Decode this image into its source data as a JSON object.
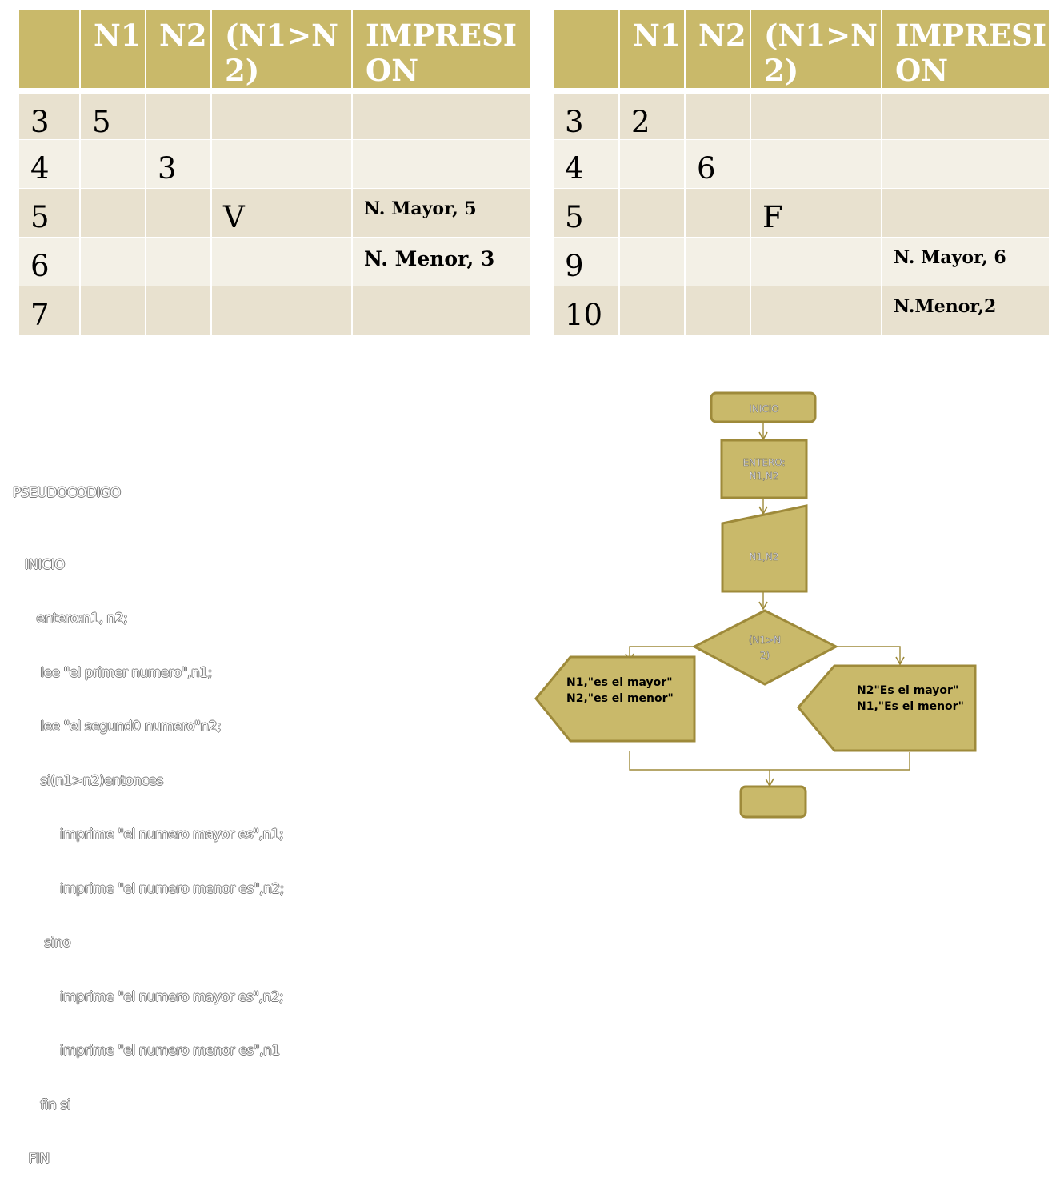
{
  "colors": {
    "header": "#c9b96a",
    "row_dark": "#e8e1cf",
    "row_light": "#f3f0e6",
    "shape_fill": "#c9b96a",
    "shape_stroke": "#9e8a3a"
  },
  "table_left": {
    "headers": [
      "",
      "N1",
      "N2",
      "(N1>N2)",
      "IMPRESION"
    ],
    "rows": [
      [
        "3",
        "5",
        "",
        "",
        ""
      ],
      [
        "4",
        "",
        "3",
        "",
        ""
      ],
      [
        "5",
        "",
        "",
        "V",
        "N. Mayor, 5"
      ],
      [
        "6",
        "",
        "",
        "",
        "N. Menor, 3"
      ],
      [
        "7",
        "",
        "",
        "",
        ""
      ]
    ]
  },
  "table_right": {
    "headers": [
      "",
      "N1",
      "N2",
      "(N1>N2)",
      "IMPRESION"
    ],
    "rows": [
      [
        "3",
        "2",
        "",
        "",
        ""
      ],
      [
        "4",
        "",
        "6",
        "",
        ""
      ],
      [
        "5",
        "",
        "",
        "F",
        ""
      ],
      [
        "9",
        "",
        "",
        "",
        "N. Mayor, 6"
      ],
      [
        "10",
        "",
        "",
        "",
        "N.Menor,2"
      ]
    ]
  },
  "pseudocode": {
    "title": "PSEUDOCODIGO",
    "lines": [
      "   INICIO",
      "      entero:n1, n2;",
      "       lee \"el primer numero\",n1;",
      "       lee \"el segund0 numero\"n2;",
      "       si(n1>n2)entonces",
      "            imprime \"el numero mayor es\",n1;",
      "            imprime \"el numero menor es\",n2;",
      "        sino",
      "            imprime \"el numero mayor es\",n2;",
      "            imprime \"el numero menor es\",n1",
      "       fin si",
      "    FIN"
    ]
  },
  "flowchart": {
    "start": "INICIO",
    "declare": [
      "ENTERO:",
      "N1,N2"
    ],
    "input": "N1,N2",
    "decision": [
      "(N1>N",
      "2)"
    ],
    "out_left": [
      "N1,\"es el mayor\"",
      "N2,\"es el menor\""
    ],
    "out_right": [
      "N2\"Es el mayor\"",
      "N1,\"Es el menor\""
    ],
    "end": ""
  }
}
